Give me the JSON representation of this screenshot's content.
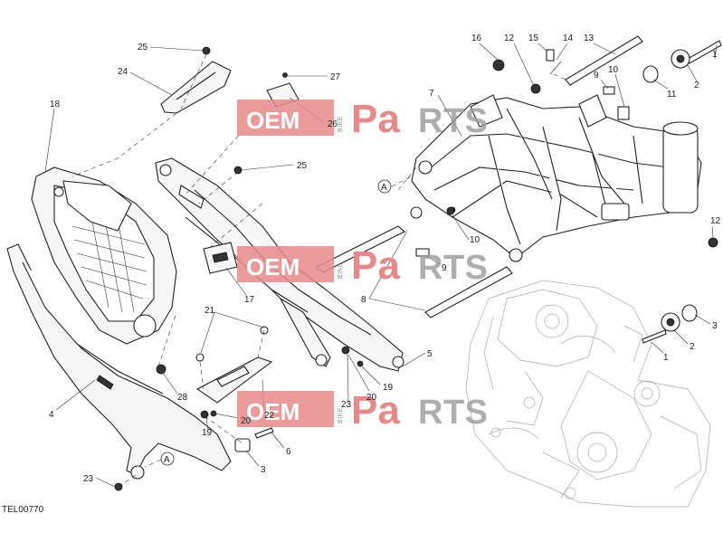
{
  "diagram_code": "TEL00770",
  "watermark": {
    "oem": "OEM",
    "bike": "BIKE",
    "pa": "Pa",
    "rts": "RTS"
  },
  "callouts": [
    {
      "id": "c1a",
      "text": "1"
    },
    {
      "id": "c2a",
      "text": "2"
    },
    {
      "id": "c11",
      "text": "11"
    },
    {
      "id": "c13",
      "text": "13"
    },
    {
      "id": "c14",
      "text": "14"
    },
    {
      "id": "c15",
      "text": "15"
    },
    {
      "id": "c12a",
      "text": "12"
    },
    {
      "id": "c16",
      "text": "16"
    },
    {
      "id": "c7",
      "text": "7"
    },
    {
      "id": "c9a",
      "text": "9"
    },
    {
      "id": "c10a",
      "text": "10"
    },
    {
      "id": "c12b",
      "text": "12"
    },
    {
      "id": "c10b",
      "text": "10"
    },
    {
      "id": "c9b",
      "text": "9"
    },
    {
      "id": "c8",
      "text": "8"
    },
    {
      "id": "c3a",
      "text": "3"
    },
    {
      "id": "c2b",
      "text": "2"
    },
    {
      "id": "c1b",
      "text": "1"
    },
    {
      "id": "c25a",
      "text": "25"
    },
    {
      "id": "c24",
      "text": "24"
    },
    {
      "id": "c27",
      "text": "27"
    },
    {
      "id": "c26",
      "text": "26"
    },
    {
      "id": "c18",
      "text": "18"
    },
    {
      "id": "c25b",
      "text": "25"
    },
    {
      "id": "c17",
      "text": "17"
    },
    {
      "id": "c21",
      "text": "21"
    },
    {
      "id": "c5",
      "text": "5"
    },
    {
      "id": "c19a",
      "text": "19"
    },
    {
      "id": "c20a",
      "text": "20"
    },
    {
      "id": "c23a",
      "text": "23"
    },
    {
      "id": "c28",
      "text": "28"
    },
    {
      "id": "c22",
      "text": "22"
    },
    {
      "id": "c20b",
      "text": "20"
    },
    {
      "id": "c19b",
      "text": "19"
    },
    {
      "id": "c4",
      "text": "4"
    },
    {
      "id": "c6",
      "text": "6"
    },
    {
      "id": "c3b",
      "text": "3"
    },
    {
      "id": "c23b",
      "text": "23"
    }
  ],
  "ref_markers": [
    {
      "id": "ra",
      "text": "A"
    },
    {
      "id": "rb",
      "text": "A"
    }
  ]
}
